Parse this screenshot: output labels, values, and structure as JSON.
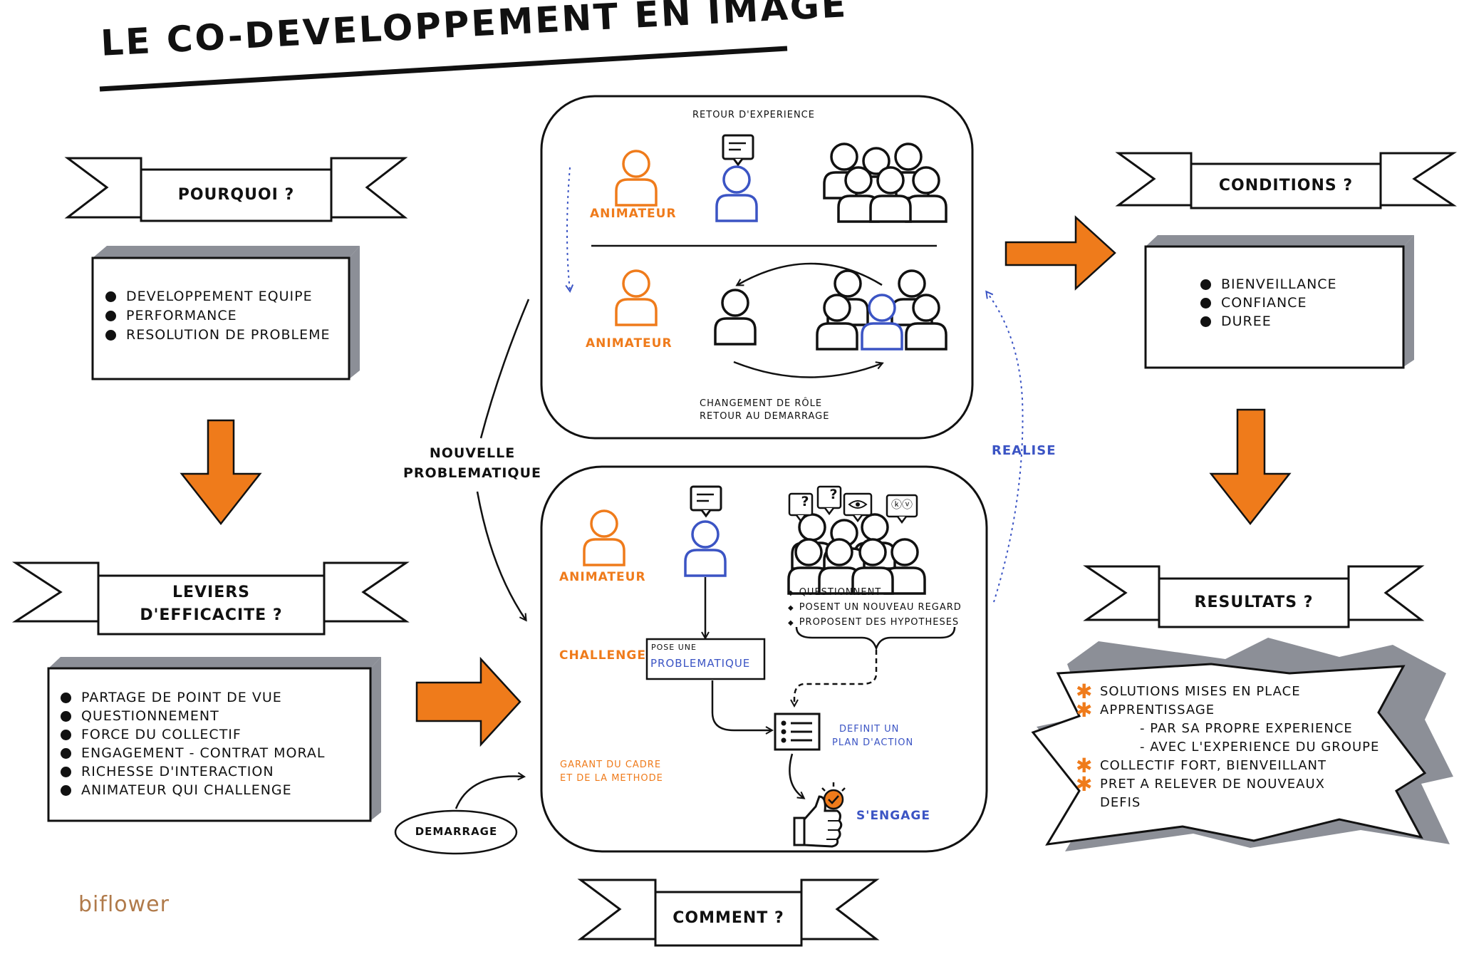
{
  "title": "LE CO-DEVELOPPEMENT EN IMAGE",
  "pourquoi": {
    "label": "POURQUOI ?",
    "items": [
      "DEVELOPPEMENT EQUIPE",
      "PERFORMANCE",
      "RESOLUTION DE PROBLEME"
    ]
  },
  "leviers": {
    "label_line1": "LEVIERS",
    "label_line2": "D'EFFICACITE ?",
    "items": [
      "PARTAGE DE POINT DE VUE",
      "QUESTIONNEMENT",
      "FORCE DU COLLECTIF",
      "ENGAGEMENT - CONTRAT MORAL",
      "RICHESSE D'INTERACTION",
      "ANIMATEUR QUI CHALLENGE"
    ]
  },
  "conditions": {
    "label": "CONDITIONS ?",
    "items": [
      "BIENVEILLANCE",
      "CONFIANCE",
      "DUREE"
    ]
  },
  "resultats": {
    "label": "RESULTATS ?",
    "items": [
      "SOLUTIONS MISES EN PLACE",
      "APPRENTISSAGE"
    ],
    "sub_items": [
      "- PAR SA PROPRE EXPERIENCE",
      "- AVEC L'EXPERIENCE DU GROUPE"
    ],
    "items_after": [
      "COLLECTIF FORT, BIENVEILLANT",
      "PRET A RELEVER DE NOUVEAUX"
    ],
    "last_line": "DEFIS"
  },
  "comment": {
    "label": "COMMENT ?"
  },
  "top_panel": {
    "retour": "RETOUR D'EXPERIENCE",
    "animateur_1": "ANIMATEUR",
    "animateur_2": "ANIMATEUR",
    "changement_line1": "CHANGEMENT DE RÔLE",
    "changement_line2": "RETOUR AU DEMARRAGE"
  },
  "bottom_panel": {
    "animateur": "ANIMATEUR",
    "challenge": "CHALLENGE",
    "garant_line1": "GARANT DU CADRE",
    "garant_line2": "ET DE LA METHODE",
    "pose_une": "POSE UNE",
    "problematique": "PROBLEMATIQUE",
    "group_actions": [
      "QUESTIONNENT",
      "POSENT UN NOUVEAU REGARD",
      "PROPOSENT DES HYPOTHESES"
    ],
    "definit_line1": "DEFINIT UN",
    "definit_line2": "PLAN D'ACTION",
    "sengage": "S'ENGAGE",
    "q1": "?",
    "q2": "?",
    "kv": "ⓚⓥ"
  },
  "nouvelle_line1": "NOUVELLE",
  "nouvelle_line2": "PROBLEMATIQUE",
  "realise": "REALISE",
  "demarrage": "DEMARRAGE",
  "logo": "biflower",
  "colors": {
    "orange": "#ef7b1b",
    "blue": "#3b54c4",
    "ink": "#111111",
    "shadow": "#8c8f97"
  }
}
